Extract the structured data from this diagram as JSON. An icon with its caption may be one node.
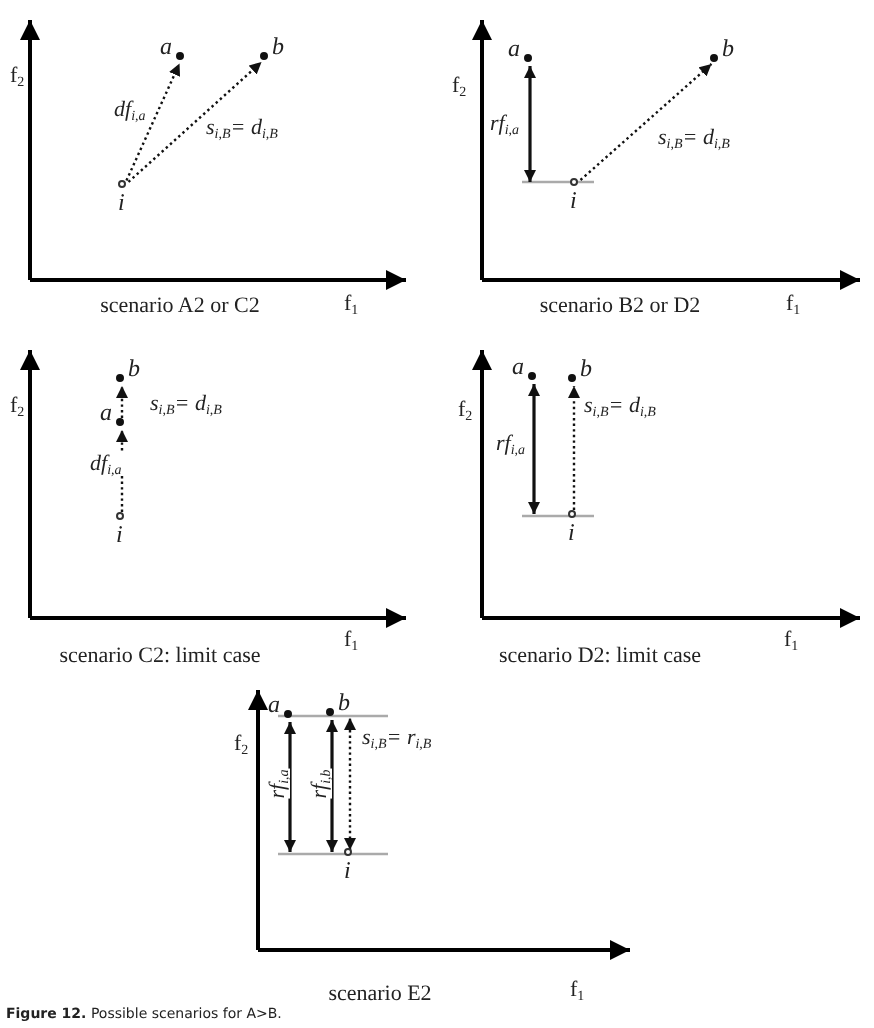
{
  "diagram": {
    "caption": "**Figure 12.** Possible scenarios for A>B.",
    "nodes": [
      {
        "text": [
          "a"
        ]
      },
      {
        "text": [
          "b"
        ]
      },
      {
        "text": [
          "i"
        ]
      },
      {
        "text": [
          "a"
        ]
      },
      {
        "text": [
          "b"
        ]
      },
      {
        "text": [
          "i"
        ]
      },
      {
        "text": [
          "b"
        ]
      },
      {
        "text": [
          "a"
        ]
      },
      {
        "text": [
          "i"
        ]
      },
      {
        "text": [
          "a"
        ]
      },
      {
        "text": [
          "b"
        ]
      },
      {
        "text": [
          "i"
        ]
      },
      {
        "text": [
          "a"
        ]
      },
      {
        "text": [
          "b"
        ]
      },
      {
        "text": [
          "i"
        ]
      }
    ],
    "edges": [
      {
        "from": 2,
        "to": 0,
        "arrow": "to",
        "style": "dashed",
        "label": "df$_{i,a}$"
      },
      {
        "from": 2,
        "to": 1,
        "arrow": "to",
        "style": "dashed",
        "label": "s$_{i,B}$= d$_{i,B}$"
      },
      {
        "from": 5,
        "to": 3,
        "arrow": "both",
        "label": "rf$_{i,a}$"
      },
      {
        "from": 5,
        "to": 4,
        "arrow": "to",
        "style": "dashed",
        "label": "s$_{i,B}$= d$_{i,B}$"
      },
      {
        "from": 8,
        "to": 7,
        "arrow": "to",
        "style": "dashed",
        "label": "df$_{i,a}$"
      },
      {
        "from": 7,
        "to": 6,
        "arrow": "to",
        "style": "dashed",
        "label": "s$_{i,B}$= d$_{i,B}$"
      },
      {
        "from": 11,
        "to": 9,
        "arrow": "both",
        "label": "rf$_{i,a}$"
      },
      {
        "from": 11,
        "to": 10,
        "arrow": "to",
        "style": "dashed",
        "label": "s$_{i,B}$= d$_{i,B}$"
      },
      {
        "from": 14,
        "to": 12,
        "arrow": "both",
        "label": "rf$_{i,a}$"
      },
      {
        "from": 14,
        "to": 13,
        "arrow": "both",
        "label": "rf$_{i,b}$"
      },
      {
        "from": 14,
        "to": 13,
        "arrow": "both",
        "style": "dashed",
        "label": "s$_{i,B}$= r$_{i,B}$"
      }
    ],
    "labels": [
      "f$_{2}$",
      "f$_{2}$",
      "scenario A2 or C2",
      "f$_{1}$",
      "scenario B2 or D2",
      "f$_{1}$",
      "f$_{2}$",
      "f$_{2}$",
      "scenario C2: limit case",
      "f$_{1}$",
      "scenario D2: limit case",
      "f$_{1}$",
      "f$_{2}$",
      "scenario E2",
      "f$_{1}$"
    ]
  }
}
